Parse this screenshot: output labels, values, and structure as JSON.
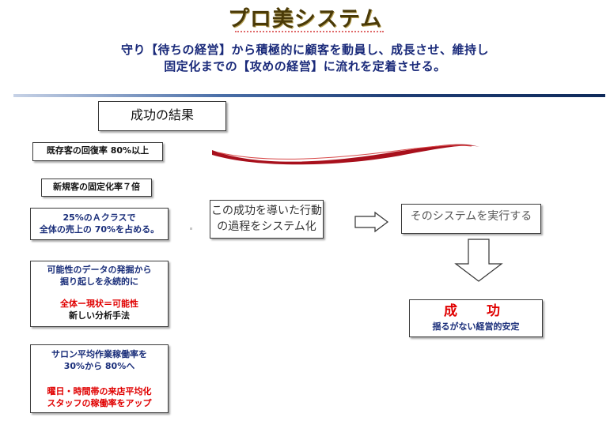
{
  "header": {
    "title": "プロ美システム",
    "subtitle_line1": "守り【待ちの経営】から積極的に顧客を動員し、成長させ、維持し",
    "subtitle_line2": "固定化までの【攻めの経営】に流れを定着させる。"
  },
  "results": {
    "heading": "成功の結果",
    "items": [
      {
        "lines": [
          "既存客の回復率 80%以上"
        ]
      },
      {
        "lines": [
          "新規客の固定化率７倍"
        ]
      },
      {
        "lines": [
          "25%のＡクラスで",
          "全体の売上の 70%を占める。"
        ]
      },
      {
        "lines": [
          "可能性のデータの発掘から",
          "掘り起しを永続的に"
        ],
        "red": "全体ー現状＝可能性",
        "note": "新しい分析手法"
      },
      {
        "lines": [
          "サロン平均作業稼働率を",
          "30%から 80%へ"
        ],
        "red_lines": [
          "曜日・時間帯の来店平均化",
          "スタッフの稼働率をアップ"
        ]
      }
    ]
  },
  "flow": {
    "process_line1": "この成功を導いた行動",
    "process_line2": "の過程をシステム化",
    "execute": "そのシステムを実行する",
    "success_title": "成　功",
    "success_sub": "揺るがない経営的安定"
  },
  "colors": {
    "title": "#4a3a08",
    "subtitle": "#1a2a7a",
    "accent_red": "#e00000",
    "swoosh": "#a8101c",
    "rule": "#1e3d75"
  }
}
